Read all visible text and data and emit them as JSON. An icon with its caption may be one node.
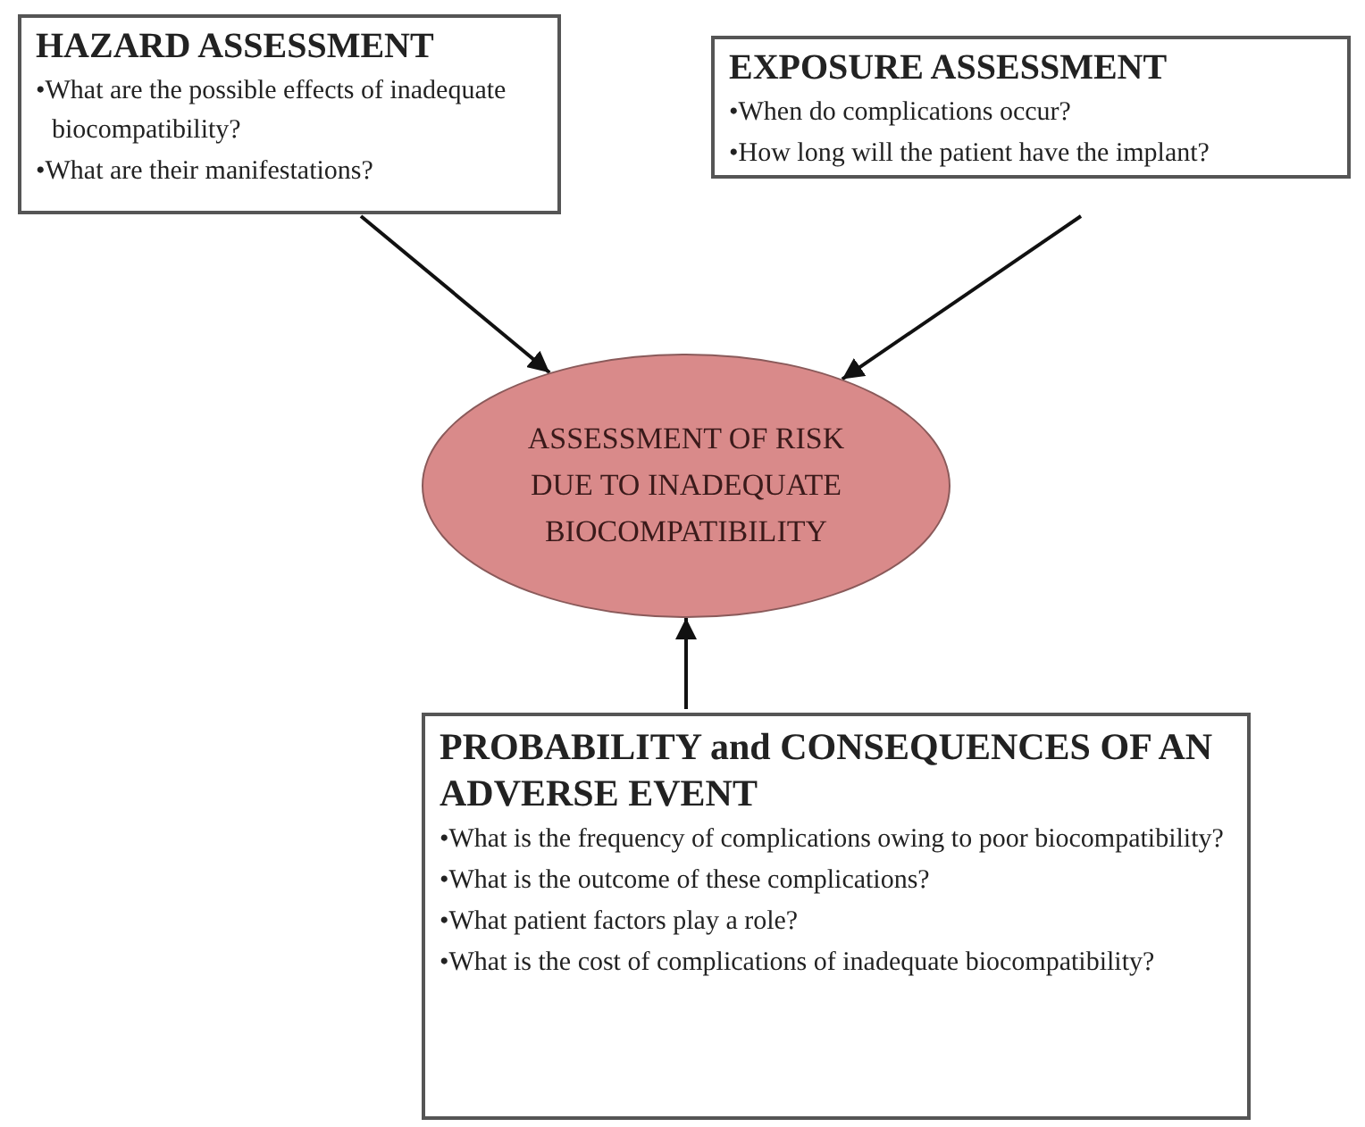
{
  "diagram": {
    "nodes": [
      {
        "text": [
          "HAZARD ASSESSMENT",
          "•What are the possible effects of inadequate biocompatibility?",
          "•What are their manifestations?"
        ]
      },
      {
        "text": [
          "EXPOSURE ASSESSMENT",
          "•When do complications occur?",
          "•How long will the patient have the implant?"
        ]
      },
      {
        "text": [
          "ASSESSMENT OF RISK DUE TO INADEQUATE BIOCOMPATIBILITY"
        ]
      },
      {
        "text": [
          "PROBABILITY and CONSEQUENCES OF AN ADVERSE EVENT",
          "•What is the frequency of complications owing to poor biocompatibility?",
          "•What is the outcome of these complications?",
          "•What patient factors play a role?",
          "•What is the cost of complications of inadequate biocompatibility?"
        ]
      }
    ],
    "edges": [
      {
        "from": 0,
        "to": 2,
        "arrow": "to"
      },
      {
        "from": 1,
        "to": 2,
        "arrow": "to"
      },
      {
        "from": 3,
        "to": 2,
        "arrow": "to"
      }
    ]
  }
}
